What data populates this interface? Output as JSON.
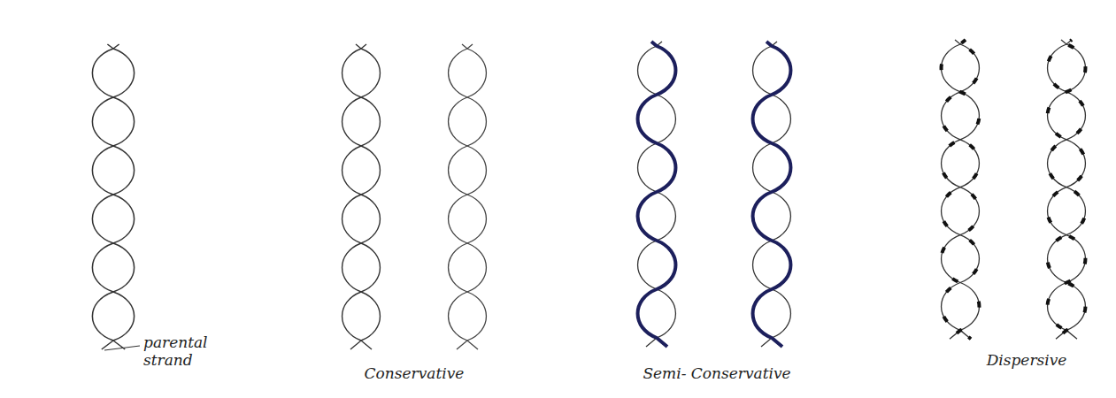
{
  "diagram": {
    "labels": [
      "parental strand",
      "Conservative",
      "Semi- Conservative",
      "Dispersive"
    ]
  }
}
